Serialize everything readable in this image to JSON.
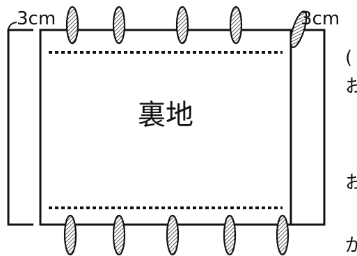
{
  "diagram": {
    "left_margin_label": "3cm",
    "right_margin_label": "3cm",
    "center_label": "裏地",
    "side_chars": [
      "(",
      "お",
      "お",
      "が"
    ]
  },
  "colors": {
    "line": "#111111",
    "hatch": "#111111",
    "background": "#ffffff"
  }
}
